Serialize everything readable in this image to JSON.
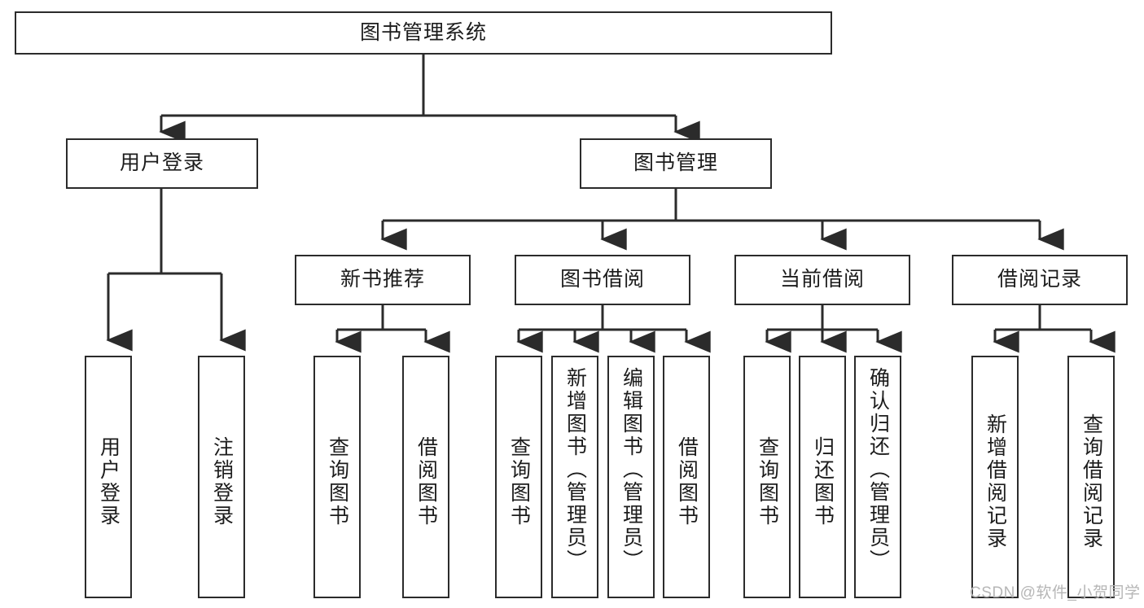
{
  "diagram": {
    "title": "图书管理系统",
    "type": "tree",
    "colors": {
      "stroke": "#2b2b2b",
      "fill": "#ffffff",
      "text": "#1c1c1c",
      "watermark": "#b6b6b6"
    },
    "root": {
      "label": "图书管理系统"
    },
    "level2": [
      {
        "label": "用户登录"
      },
      {
        "label": "图书管理"
      }
    ],
    "level3": [
      {
        "label": "新书推荐"
      },
      {
        "label": "图书借阅"
      },
      {
        "label": "当前借阅"
      },
      {
        "label": "借阅记录"
      }
    ],
    "leaves": {
      "user_login": [
        {
          "label": "用户登录"
        },
        {
          "label": "注销登录"
        }
      ],
      "new_book": [
        {
          "label": "查询图书"
        },
        {
          "label": "借阅图书"
        }
      ],
      "borrow_book": [
        {
          "label": "查询图书"
        },
        {
          "label": "新增图书（管理员）"
        },
        {
          "label": "编辑图书（管理员）"
        },
        {
          "label": "借阅图书"
        }
      ],
      "current_borrow": [
        {
          "label": "查询图书"
        },
        {
          "label": "归还图书"
        },
        {
          "label": "确认归还（管理员）"
        }
      ],
      "borrow_record": [
        {
          "label": "新增借阅记录"
        },
        {
          "label": "查询借阅记录"
        }
      ]
    }
  },
  "watermark": {
    "text": "CSDN @软件_小贺同学"
  }
}
